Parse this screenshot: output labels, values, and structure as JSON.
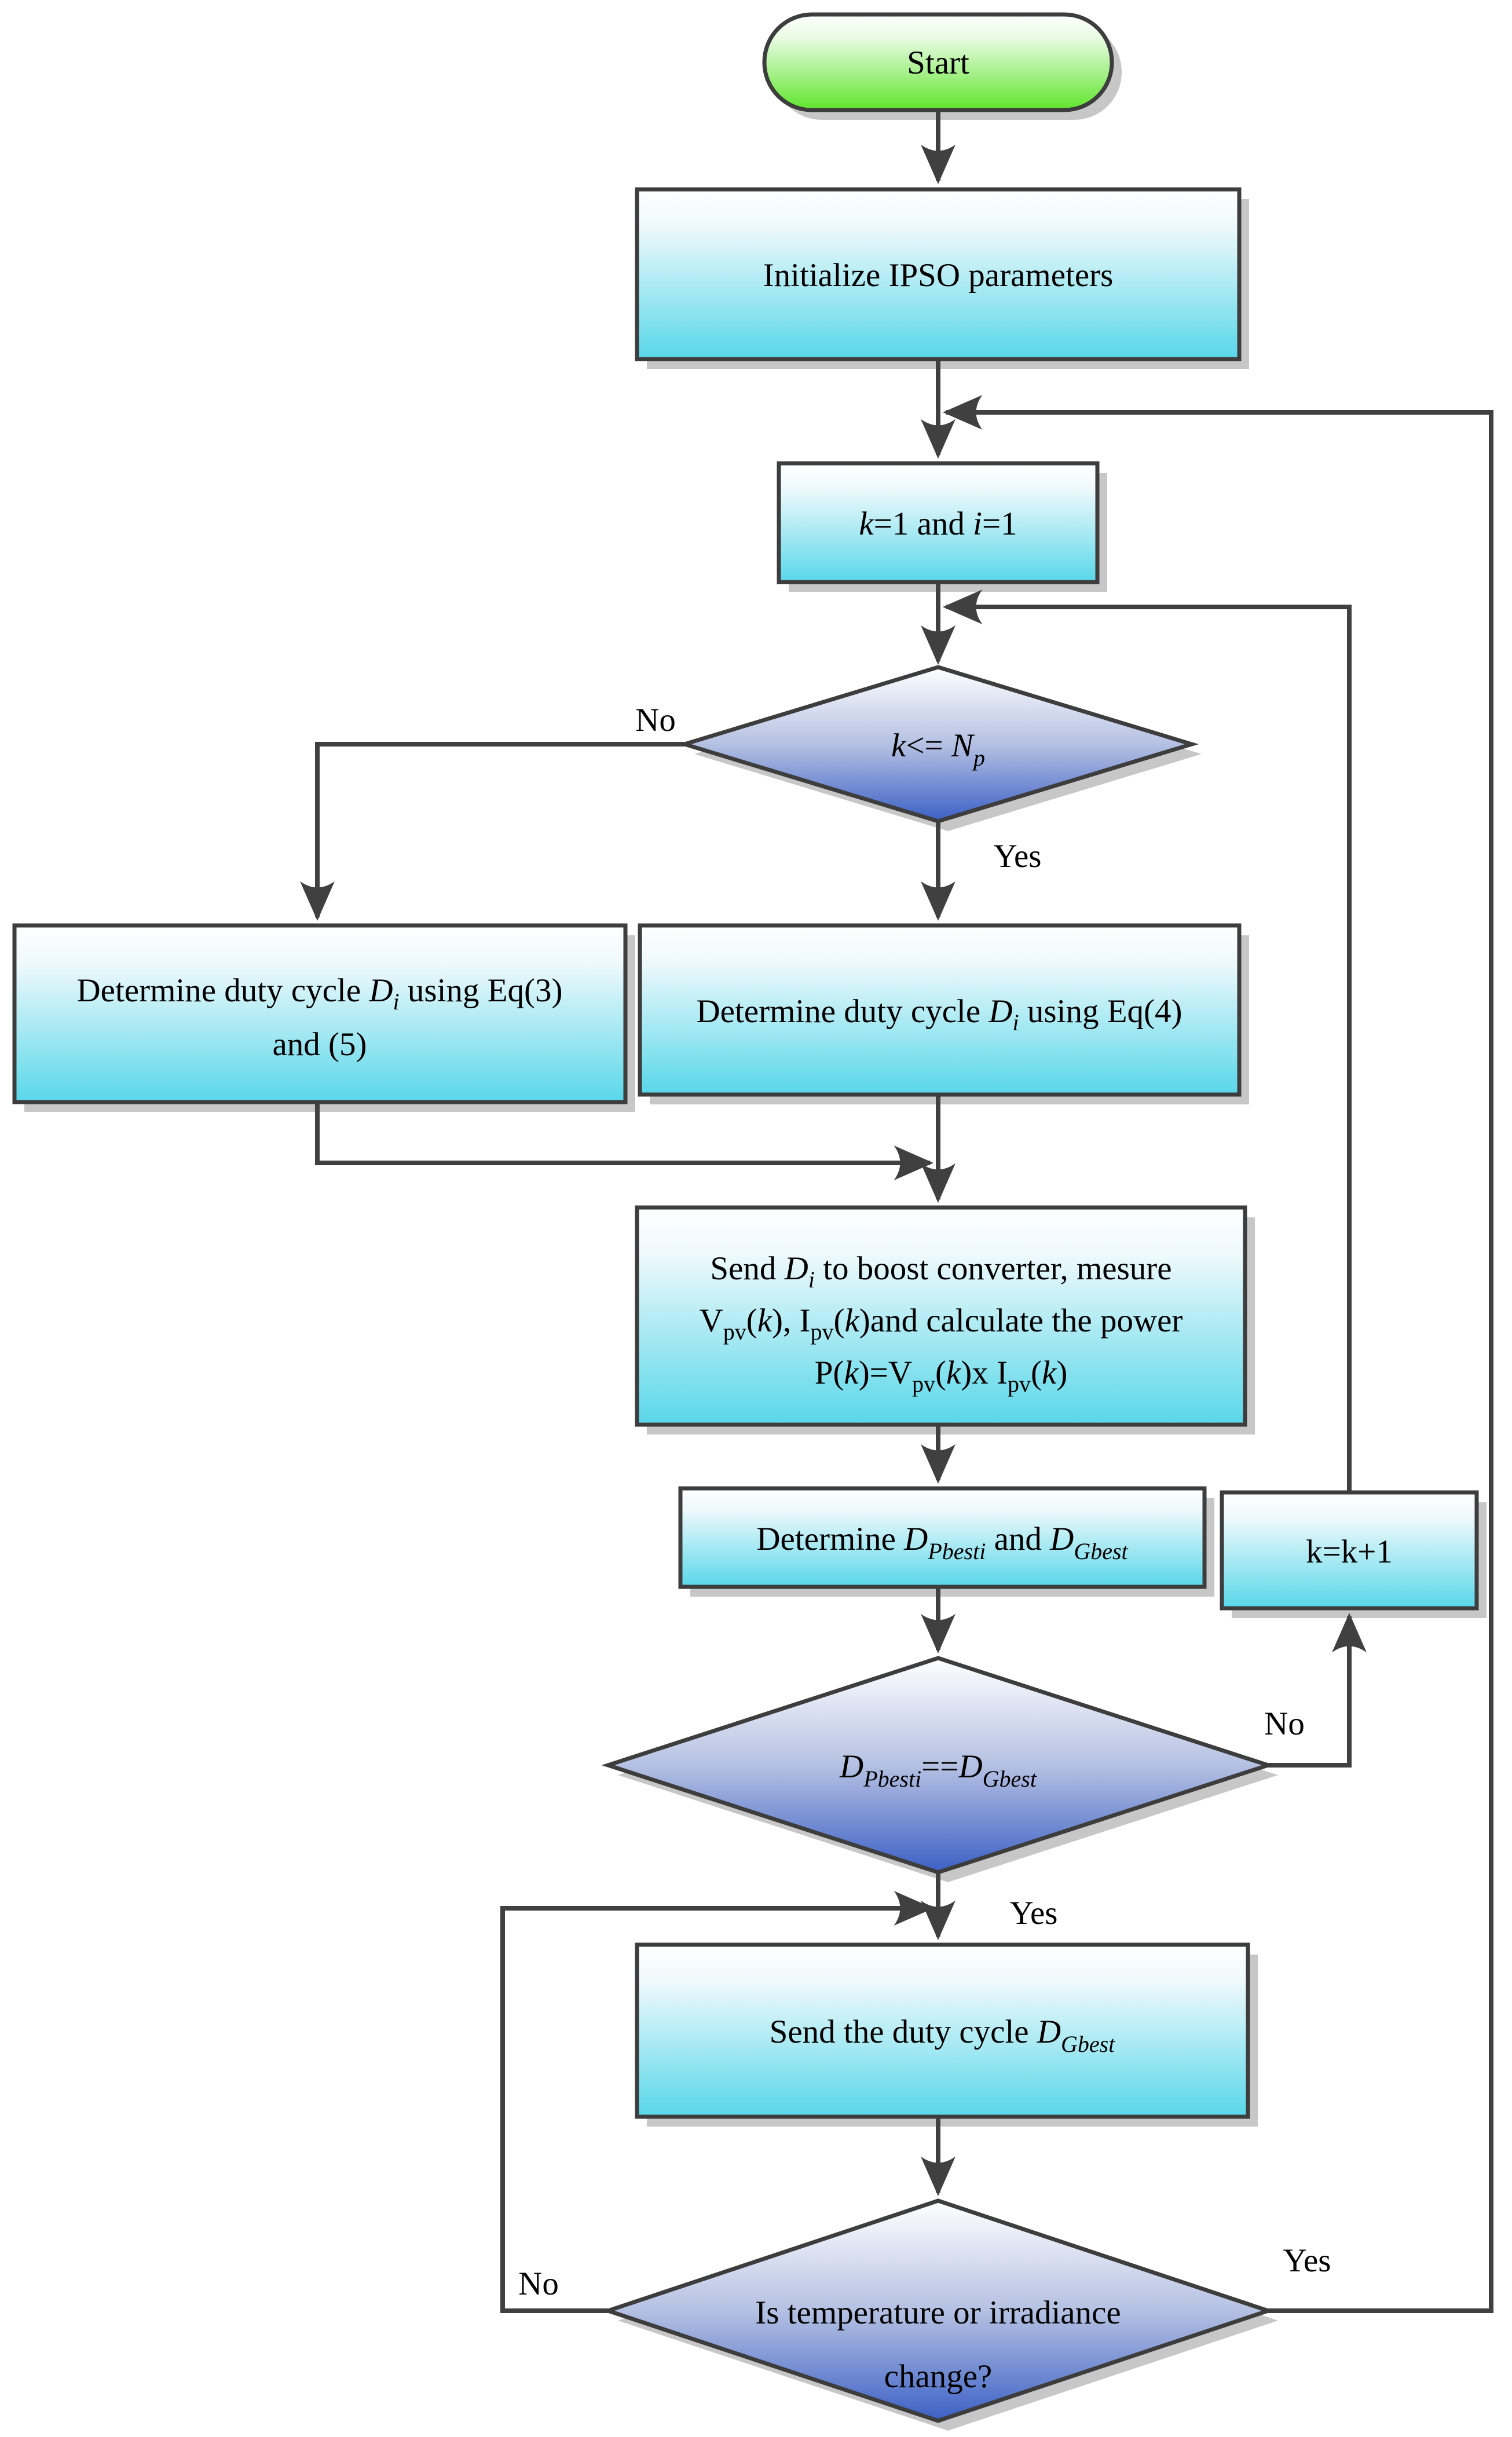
{
  "figure": "IPSO MPPT algorithm flowchart",
  "colors": {
    "connector": "#404040",
    "node_border": "#3d3d3d",
    "process_fill_bottom": "#58d7e9",
    "start_fill_bottom": "#5fe52c",
    "decision_fill_bottom": "#3c60c5",
    "shadow": "#bdbdbd"
  },
  "nodes": {
    "start": {
      "label": "Start"
    },
    "init": {
      "label": "Initialize IPSO parameters"
    },
    "k1": {
      "t1": "k",
      "t2": "=1 and ",
      "t3": "i",
      "t4": "=1"
    },
    "d1": {
      "t1": "k",
      "t2": "<= ",
      "t3": "N",
      "t4": "p"
    },
    "eq35": {
      "l1t1": "Determine duty cycle ",
      "l1t2": "D",
      "l1t3": "i",
      "l1t4": " using Eq(3)",
      "l2": "and (5)"
    },
    "eq4": {
      "t1": "Determine duty cycle ",
      "t2": "D",
      "t3": "i",
      "t4": " using Eq(4)"
    },
    "send": {
      "l1t1": "Send ",
      "l1t2": "D",
      "l1t3": "i",
      "l1t4": " to boost converter, mesure",
      "l2t1": "V",
      "l2t2": "pv",
      "l2t3": "(",
      "l2t4": "k",
      "l2t5": "), I",
      "l2t6": "pv",
      "l2t7": "(",
      "l2t8": "k",
      "l2t9": ")and calculate the power",
      "l3t1": "P(",
      "l3t2": "k",
      "l3t3": ")=V",
      "l3t4": "pv",
      "l3t5": "(",
      "l3t6": "k",
      "l3t7": ")x I",
      "l3t8": "pv",
      "l3t9": "(",
      "l3t10": "k",
      "l3t11": ")"
    },
    "det": {
      "t1": "Determine ",
      "t2": "D",
      "t3": "Pbesti",
      "t4": " and ",
      "t5": "D",
      "t6": "Gbest"
    },
    "kk": {
      "label": "k=k+1"
    },
    "d2": {
      "t1": "D",
      "t2": "Pbesti",
      "t3": "==",
      "t4": "D",
      "t5": "Gbest"
    },
    "sendduty": {
      "t1": "Send the duty cycle ",
      "t2": "D",
      "t3": "Gbest"
    },
    "d3": {
      "l1": "Is temperature or irradiance",
      "l2": "change?"
    }
  },
  "labels": {
    "d1_no": "No",
    "d1_yes": "Yes",
    "d2_no": "No",
    "d2_yes": "Yes",
    "d3_no": "No",
    "d3_yes": "Yes"
  }
}
